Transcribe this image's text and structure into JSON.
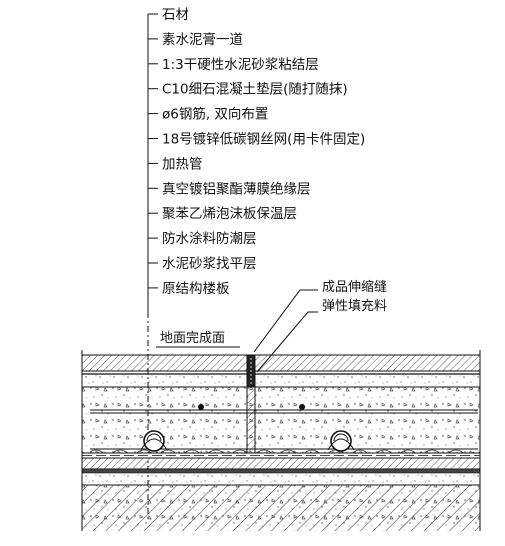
{
  "layers": [
    {
      "label": "石材"
    },
    {
      "label": "素水泥膏一道"
    },
    {
      "label": "1:3干硬性水泥砂浆粘结层"
    },
    {
      "label": "C10细石混凝土垫层(随打随抹)"
    },
    {
      "label": "ø6钢筋, 双向布置"
    },
    {
      "label": "18号镀锌低碳钢丝网(用卡件固定)"
    },
    {
      "label": "加热管"
    },
    {
      "label": "真空镀铝聚酯薄膜绝缘层"
    },
    {
      "label": "聚苯乙烯泡沫板保温层"
    },
    {
      "label": "防水涂料防潮层"
    },
    {
      "label": "水泥砂浆找平层"
    },
    {
      "label": "原结构楼板"
    }
  ],
  "joint_labels": [
    {
      "label": "成品伸缩缝"
    },
    {
      "label": "弹性填充料"
    }
  ],
  "finish_label": "地面完成面",
  "colors": {
    "ink": "#111111",
    "paper": "#ffffff",
    "fill_dark": "#444444"
  }
}
